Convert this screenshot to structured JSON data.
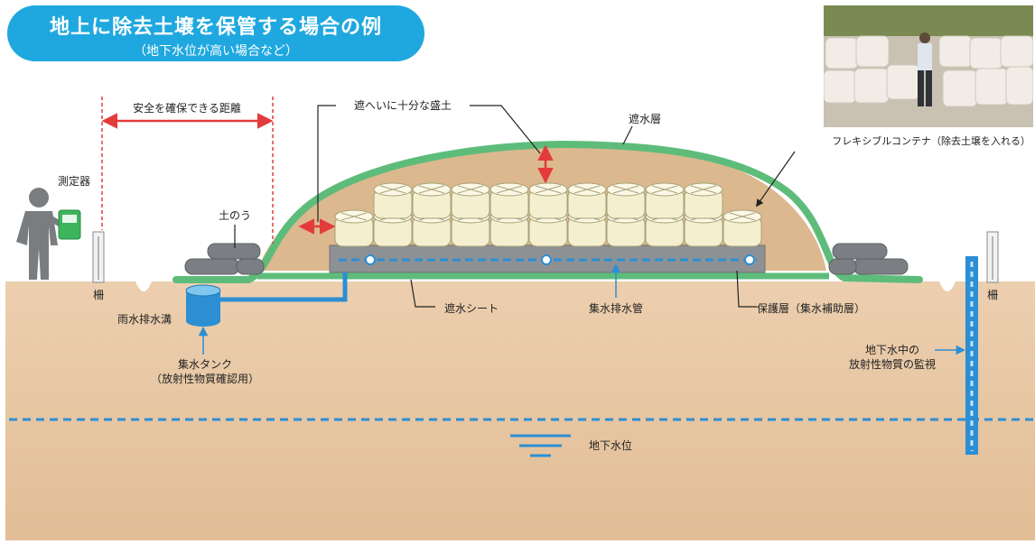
{
  "title": {
    "main": "地上に除去土壌を保管する場合の例",
    "sub": "（地下水位が高い場合など）"
  },
  "labels": {
    "safe_distance": "安全を確保できる距離",
    "shielding_soil": "遮へいに十分な盛土",
    "impermeable_layer": "遮水層",
    "flexible_container": "フレキシブルコンテナ（除去土壌を入れる）",
    "measuring_device": "測定器",
    "sandbag": "土のう",
    "fence_left": "柵",
    "fence_right": "柵",
    "rain_gutter": "雨水排水溝",
    "impermeable_sheet": "遮水シート",
    "drain_pipe": "集水排水管",
    "protective_layer": "保護層（集水補助層）",
    "tank_line1": "集水タンク",
    "tank_line2": "（放射性物質確認用）",
    "monitor_line1": "地下水中の",
    "monitor_line2": "放射性物質の監視",
    "groundwater_level": "地下水位"
  },
  "colors": {
    "title_bg": "#1fa8df",
    "soil": "#e8c8a4",
    "mound_soil": "#dcb88e",
    "impermeable_green": "#5ebc7b",
    "water_blue": "#2c8fd4",
    "arrow_red": "#e33b3b",
    "sandbag_gray": "#7b7f83",
    "container_cream": "#f4efce"
  }
}
